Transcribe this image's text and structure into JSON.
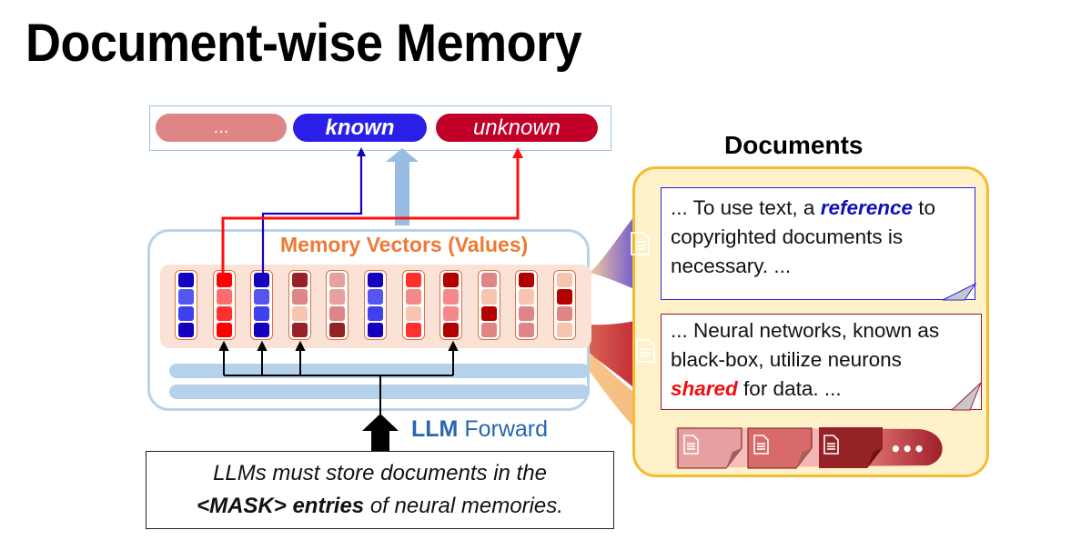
{
  "title": "Document-wise Memory",
  "outputs": {
    "dots_label": "...",
    "known_label": "known",
    "unknown_label": "unknown"
  },
  "memory": {
    "title": "Memory Vectors (Values)",
    "vectors": [
      [
        "#1500c0",
        "#5555f0",
        "#4040ee",
        "#1500c0"
      ],
      [
        "#ff0000",
        "#ff6d6d",
        "#ff3030",
        "#ff0000"
      ],
      [
        "#1500c0",
        "#5555f0",
        "#4040ee",
        "#1500c0"
      ],
      [
        "#952226",
        "#e08585",
        "#f8c4b0",
        "#952226"
      ],
      [
        "#e6a0a0",
        "#e6a0a0",
        "#e08585",
        "#952226"
      ],
      [
        "#1500c0",
        "#5555f0",
        "#4040ee",
        "#1500c0"
      ],
      [
        "#ff3030",
        "#f58888",
        "#f8c4b0",
        "#ff3030"
      ],
      [
        "#b30000",
        "#f58888",
        "#f58888",
        "#b30000"
      ],
      [
        "#e08585",
        "#f8c4b0",
        "#b30000",
        "#e08585"
      ],
      [
        "#b30000",
        "#f8c4b0",
        "#e08585",
        "#e08585"
      ],
      [
        "#f8c4b0",
        "#b30000",
        "#e08585",
        "#f8c4b0"
      ]
    ]
  },
  "forward": {
    "bold": "LLM",
    "rest": " Forward"
  },
  "note": {
    "line1": "LLMs must store documents in the",
    "bold": "<MASK> entries",
    "rest": " of neural memories."
  },
  "documents": {
    "title": "Documents",
    "doc1": {
      "before": "... To use text, a ",
      "keyword": "reference",
      "after": " to copyrighted documents is necessary. ..."
    },
    "doc2": {
      "before": "... Neural networks, known as black-box, utilize neurons ",
      "keyword": "shared",
      "after": " for data. ..."
    },
    "more_label": "•••"
  },
  "icons": [
    "document-icon",
    "up-arrow-icon"
  ],
  "colors": {
    "known": "#2a1fe8",
    "unknown": "#c00028",
    "dots": "#e08585",
    "memory_title": "#ee7a35",
    "docs_border": "#f5bb30",
    "forward_text": "#2a65b0"
  }
}
